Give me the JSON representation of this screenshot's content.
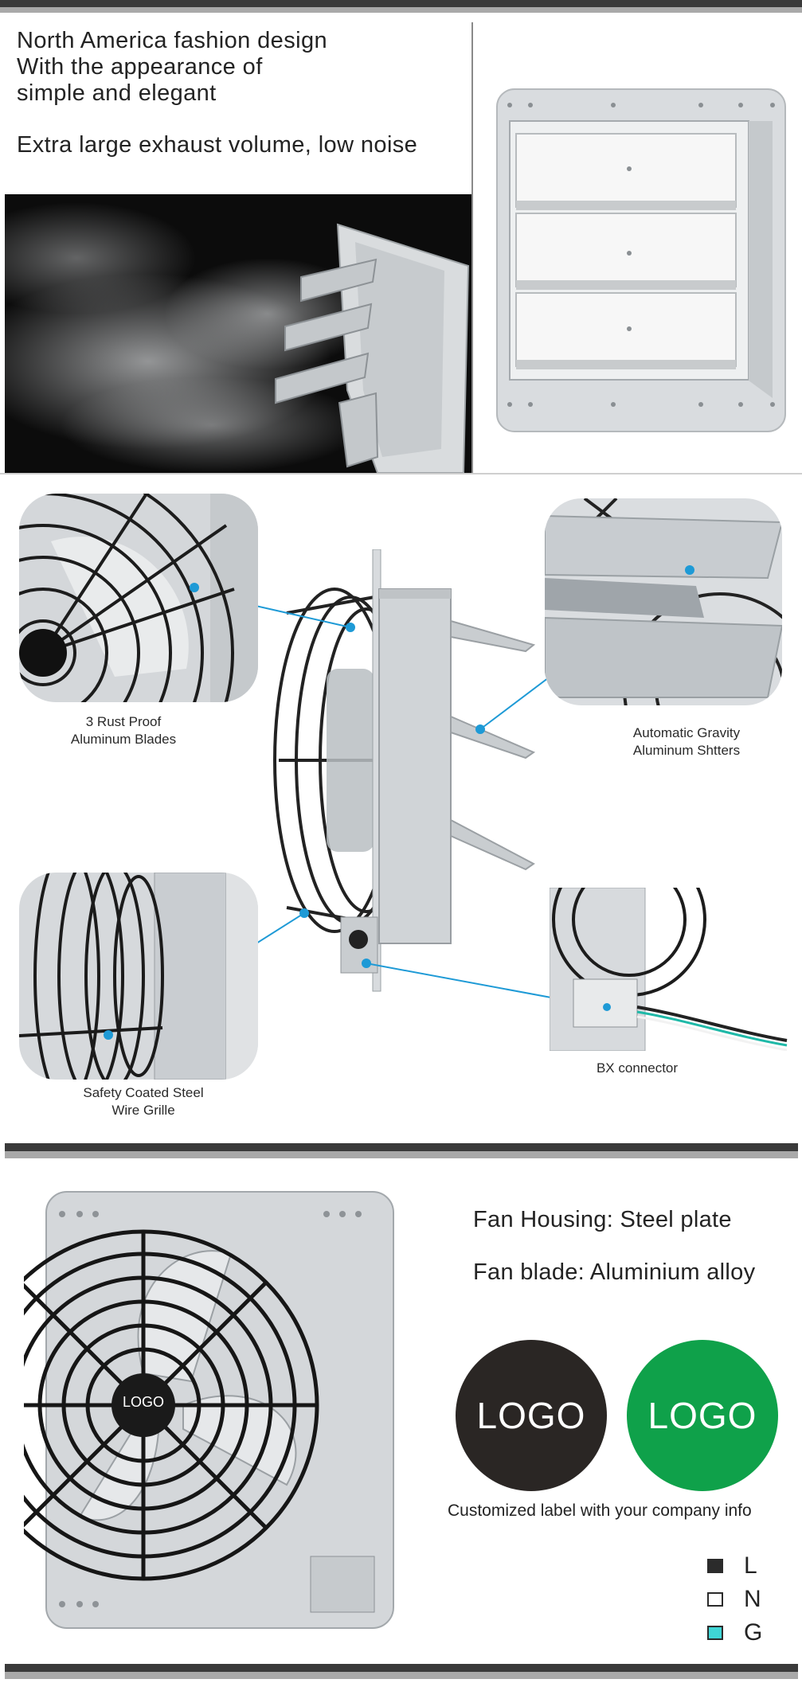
{
  "section1": {
    "headline_lines": [
      "North America fashion design",
      "With the appearance of",
      "simple and elegant"
    ],
    "subheadline": "Extra large exhaust volume, low noise"
  },
  "section2": {
    "blades_caption": [
      "3 Rust Proof",
      "Aluminum Blades"
    ],
    "shutters_caption": [
      "Automatic Gravity",
      "Aluminum Shtters"
    ],
    "grille_caption": [
      "Safety Coated Steel",
      "Wire Grille"
    ],
    "bx_caption": "BX connector"
  },
  "section3": {
    "housing_spec": "Fan Housing: Steel plate",
    "blade_spec": "Fan blade: Aluminium alloy",
    "hub_logo": "LOGO",
    "logo_dark": "LOGO",
    "logo_green": "LOGO",
    "custom_label": "Customized label with your company info",
    "wiring_legend": [
      {
        "label": "L",
        "color": "#2b2b2b"
      },
      {
        "label": "N",
        "color": "#ffffff"
      },
      {
        "label": "G",
        "color": "#3fd6d6"
      }
    ]
  },
  "colors": {
    "stripe_dark": "#3a3a3a",
    "stripe_light": "#a9a9a9",
    "callout_line": "#1e9ad6",
    "logo_dark_bg": "#2a2624",
    "logo_green_bg": "#0fa14a"
  }
}
